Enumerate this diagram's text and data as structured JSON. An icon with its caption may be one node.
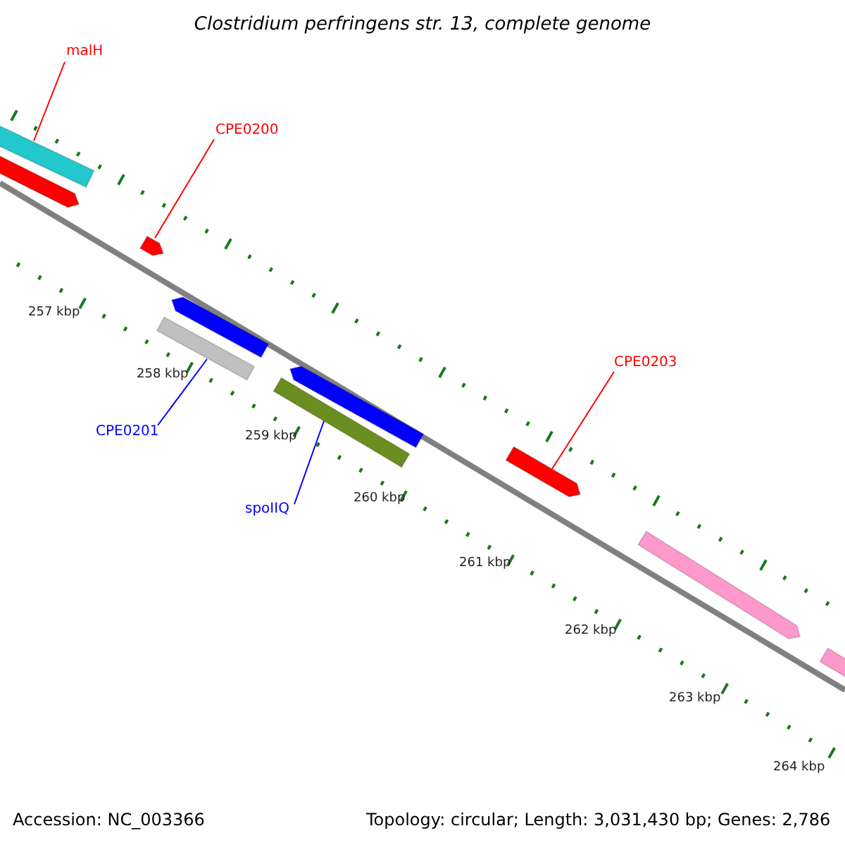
{
  "diagram": {
    "title": "Clostridium perfringens str. 13, complete genome",
    "nodes": [
      {
        "text": [
          "malH"
        ]
      },
      {
        "text": [],
        "shape": "bar"
      },
      {
        "text": [
          "CPE0200"
        ]
      },
      {
        "text": [],
        "shape": "bar"
      },
      {
        "text": [
          "CPE0201"
        ]
      },
      {
        "text": [],
        "shape": "bar"
      },
      {
        "text": [
          "spoIIQ"
        ]
      },
      {
        "text": [],
        "shape": "bar"
      },
      {
        "text": [
          "CPE0203"
        ]
      },
      {
        "text": [],
        "shape": "bar"
      },
      {
        "text": [],
        "shape": "bar"
      },
      {
        "text": [],
        "shape": "bar"
      },
      {
        "text": [],
        "shape": "bar"
      },
      {
        "text": [],
        "shape": "bar"
      },
      {
        "text": [],
        "shape": "bar"
      }
    ],
    "edges": [
      {
        "from": 0,
        "to": 1,
        "arrow": "none"
      },
      {
        "from": 2,
        "to": 3,
        "arrow": "none"
      },
      {
        "from": 4,
        "to": 5,
        "arrow": "none",
        "color": "#0000ff"
      },
      {
        "from": 6,
        "to": 7,
        "arrow": "none",
        "color": "#0000ff"
      },
      {
        "from": 8,
        "to": 9,
        "arrow": "none"
      }
    ],
    "labels": [
      "257 kbp",
      "258 kbp",
      "259 kbp",
      "260 kbp",
      "261 kbp",
      "262 kbp",
      "263 kbp",
      "264 kbp",
      "Accession: NC_003366",
      "Topology: circular; Length: 3,031,430 bp; Genes: 2,786"
    ]
  }
}
